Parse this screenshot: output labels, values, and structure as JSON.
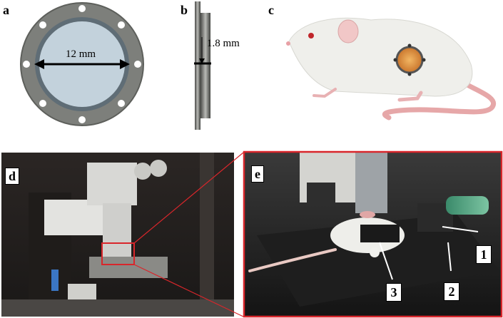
{
  "panels": {
    "a": "a",
    "b": "b",
    "c": "c",
    "d": "d",
    "e": "e"
  },
  "measurements": {
    "diameter": "12 mm",
    "thickness": "1.8 mm"
  },
  "callouts": [
    "1",
    "2",
    "3"
  ],
  "colors": {
    "ring": "#7a7c78",
    "glass": "#c3d2dc",
    "inner_ring": "#5e6d76",
    "highlight_box": "#d9262b",
    "mouse_body": "#eeeeea",
    "tail": "#e6a7a8",
    "implant": "#d98b3b"
  }
}
